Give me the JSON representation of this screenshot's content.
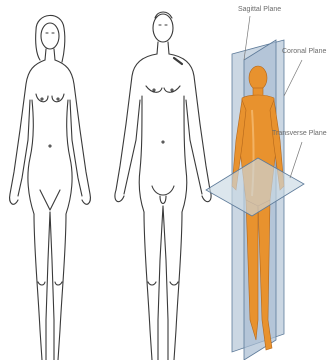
{
  "figures": {
    "female": {
      "icon": "female-figure-outline-icon"
    },
    "male": {
      "icon": "male-figure-outline-icon"
    },
    "planes_model": {
      "icon": "anatomical-planes-figure-icon"
    }
  },
  "labels": {
    "sagittal": "Sagittal Plane",
    "coronal": "Coronal Plane",
    "transverse": "Transverse Plane"
  },
  "colors": {
    "outline": "#3a3a3a",
    "plane_fill": "#b9c9da",
    "plane_edge": "#5d7a99",
    "body_fill": "#e8922e"
  }
}
